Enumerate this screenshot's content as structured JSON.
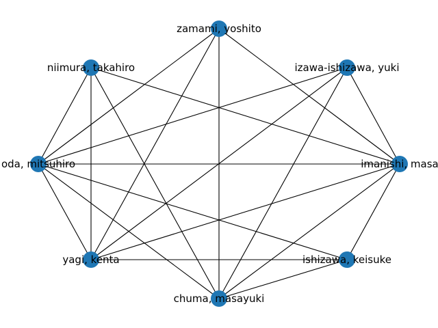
{
  "graph": {
    "node_color": "#1f77b4",
    "edge_color": "#000000",
    "nodes": [
      {
        "id": "zamami",
        "label": "zamami, yoshito"
      },
      {
        "id": "izawa",
        "label": "izawa-ishizawa, yuki"
      },
      {
        "id": "imanishi",
        "label": "imanishi, masa"
      },
      {
        "id": "ishizawa",
        "label": "ishizawa, keisuke"
      },
      {
        "id": "chuma",
        "label": "chuma, masayuki"
      },
      {
        "id": "yagi",
        "label": "yagi, kenta"
      },
      {
        "id": "oda",
        "label": "oda, mitsuhiro"
      },
      {
        "id": "niimura",
        "label": "niimura, takahiro"
      }
    ],
    "edges": [
      [
        "zamami",
        "oda"
      ],
      [
        "zamami",
        "yagi"
      ],
      [
        "zamami",
        "chuma"
      ],
      [
        "zamami",
        "imanishi"
      ],
      [
        "izawa",
        "oda"
      ],
      [
        "izawa",
        "yagi"
      ],
      [
        "izawa",
        "chuma"
      ],
      [
        "izawa",
        "imanishi"
      ],
      [
        "niimura",
        "oda"
      ],
      [
        "niimura",
        "yagi"
      ],
      [
        "niimura",
        "chuma"
      ],
      [
        "niimura",
        "imanishi"
      ],
      [
        "oda",
        "imanishi"
      ],
      [
        "oda",
        "yagi"
      ],
      [
        "oda",
        "chuma"
      ],
      [
        "oda",
        "ishizawa"
      ],
      [
        "yagi",
        "imanishi"
      ],
      [
        "yagi",
        "ishizawa"
      ],
      [
        "chuma",
        "ishizawa"
      ],
      [
        "chuma",
        "imanishi"
      ],
      [
        "ishizawa",
        "imanishi"
      ]
    ]
  }
}
